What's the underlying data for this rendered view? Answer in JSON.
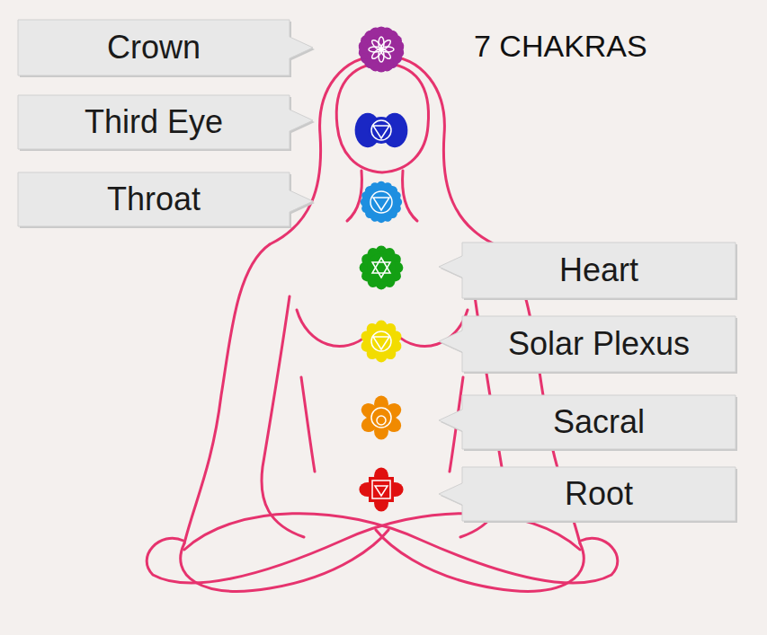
{
  "diagram": {
    "title": "7 CHAKRAS",
    "nodes": [
      {
        "text": [
          "Crown"
        ]
      },
      {
        "text": [
          "Third Eye"
        ]
      },
      {
        "text": [
          "Throat"
        ]
      },
      {
        "text": [
          "Heart"
        ]
      },
      {
        "text": [
          "Solar Plexus"
        ]
      },
      {
        "text": [
          "Sacral"
        ]
      },
      {
        "text": [
          "Root"
        ]
      }
    ]
  }
}
